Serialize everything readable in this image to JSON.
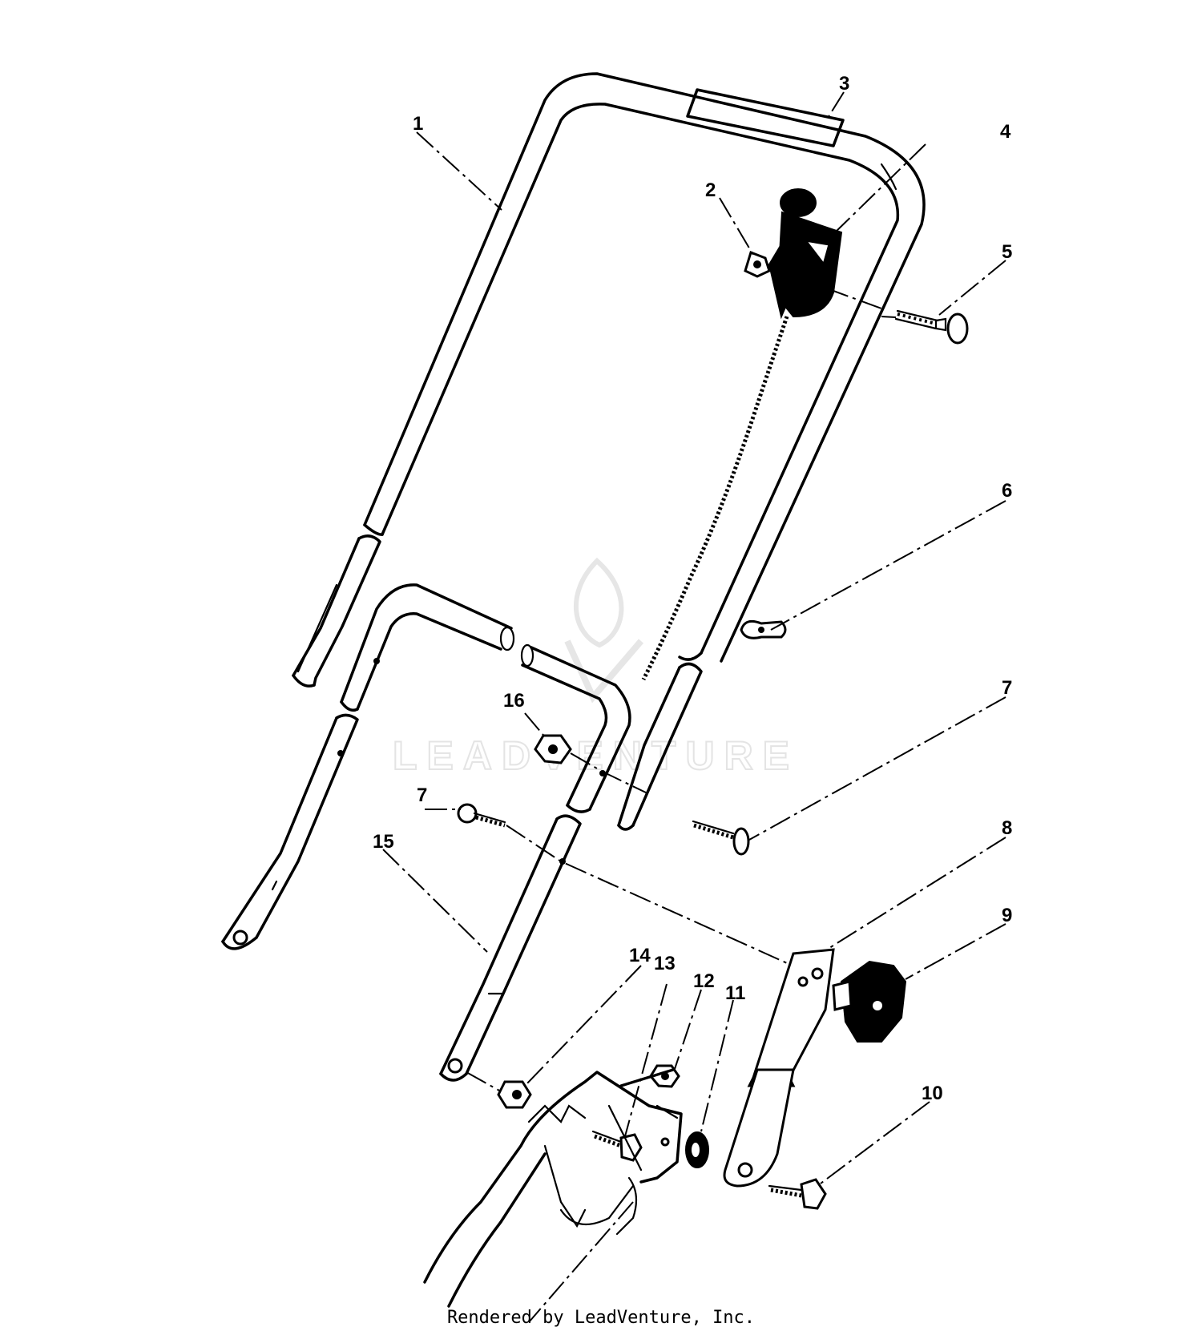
{
  "watermark": "LEADVENTURE",
  "credit": "Rendered by LeadVenture, Inc.",
  "callouts": [
    {
      "id": "1",
      "label": "1"
    },
    {
      "id": "2",
      "label": "2"
    },
    {
      "id": "3",
      "label": "3"
    },
    {
      "id": "4",
      "label": "4"
    },
    {
      "id": "5",
      "label": "5"
    },
    {
      "id": "6",
      "label": "6"
    },
    {
      "id": "7a",
      "label": "7"
    },
    {
      "id": "7b",
      "label": "7"
    },
    {
      "id": "8",
      "label": "8"
    },
    {
      "id": "9",
      "label": "9"
    },
    {
      "id": "10",
      "label": "10"
    },
    {
      "id": "11",
      "label": "11"
    },
    {
      "id": "12",
      "label": "12"
    },
    {
      "id": "13",
      "label": "13"
    },
    {
      "id": "14",
      "label": "14"
    },
    {
      "id": "15",
      "label": "15"
    },
    {
      "id": "16",
      "label": "16"
    }
  ]
}
